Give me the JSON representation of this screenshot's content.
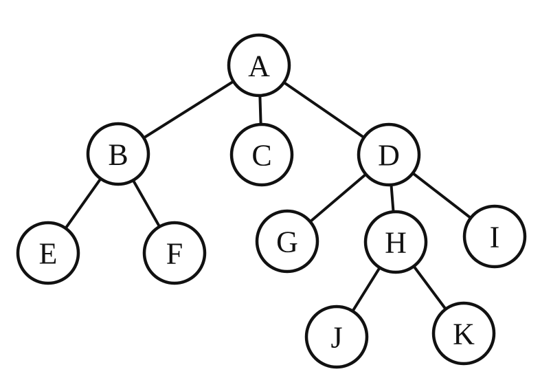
{
  "tree": {
    "nodes": [
      {
        "id": "A",
        "label": "A"
      },
      {
        "id": "B",
        "label": "B"
      },
      {
        "id": "C",
        "label": "C"
      },
      {
        "id": "D",
        "label": "D"
      },
      {
        "id": "E",
        "label": "E"
      },
      {
        "id": "F",
        "label": "F"
      },
      {
        "id": "G",
        "label": "G"
      },
      {
        "id": "H",
        "label": "H"
      },
      {
        "id": "I",
        "label": "I"
      },
      {
        "id": "J",
        "label": "J"
      },
      {
        "id": "K",
        "label": "K"
      }
    ],
    "edges": [
      [
        "A",
        "B"
      ],
      [
        "A",
        "C"
      ],
      [
        "A",
        "D"
      ],
      [
        "B",
        "E"
      ],
      [
        "B",
        "F"
      ],
      [
        "D",
        "G"
      ],
      [
        "D",
        "H"
      ],
      [
        "D",
        "I"
      ],
      [
        "H",
        "J"
      ],
      [
        "H",
        "K"
      ]
    ]
  }
}
